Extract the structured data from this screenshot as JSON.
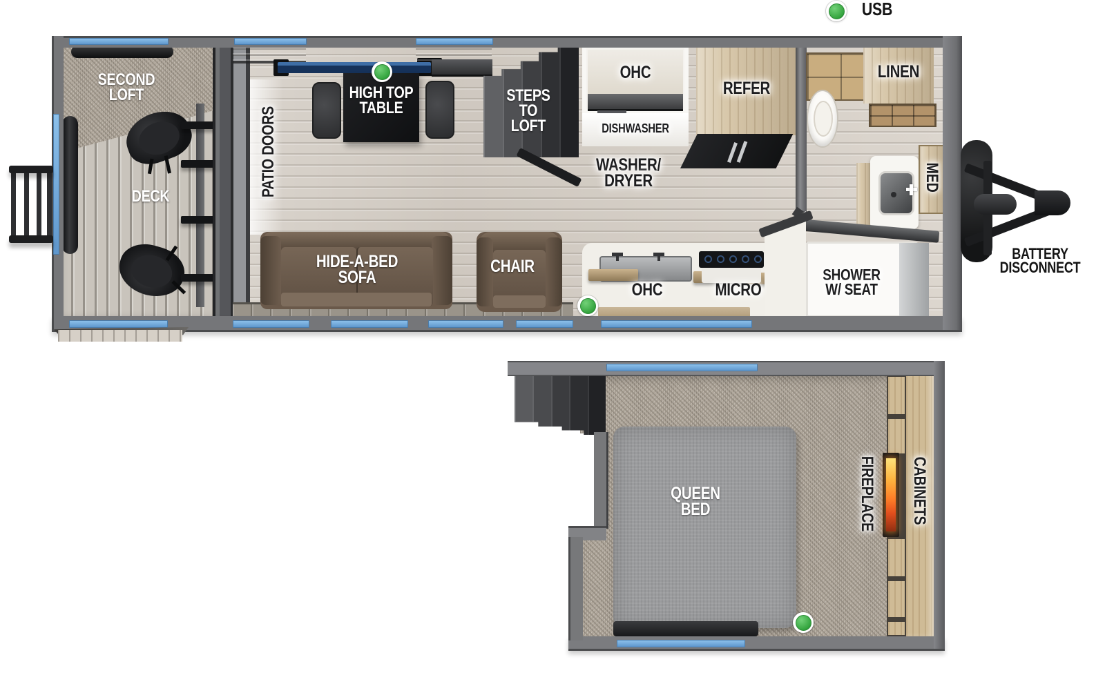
{
  "legend": {
    "usb_label": "USB",
    "usb_color": "#3bb54a"
  },
  "main_floor": {
    "labels": {
      "second_loft": "SECOND\nLOFT",
      "deck": "DECK",
      "patio_doors": "PATIO DOORS",
      "high_top_table": "HIGH TOP\nTABLE",
      "steps_to_loft": "STEPS\nTO\nLOFT",
      "ohc_upper": "OHC",
      "dishwasher": "DISHWASHER",
      "washer_dryer": "WASHER/\nDRYER",
      "refer": "REFER",
      "linen": "LINEN",
      "med": "MED",
      "shower_w_seat": "SHOWER\nW/ SEAT",
      "hide_a_bed_sofa": "HIDE-A-BED\nSOFA",
      "chair": "CHAIR",
      "ohc_lower": "OHC",
      "micro": "MICRO",
      "battery_disconnect": "BATTERY\nDISCONNECT"
    }
  },
  "loft_floor": {
    "labels": {
      "queen_bed": "QUEEN\nBED",
      "fireplace": "FIREPLACE",
      "cabinets": "CABINETS"
    }
  },
  "colors": {
    "accent_blue": "#72a9dc",
    "wall_gray": "#757679",
    "usb_green": "#3bb54a"
  }
}
